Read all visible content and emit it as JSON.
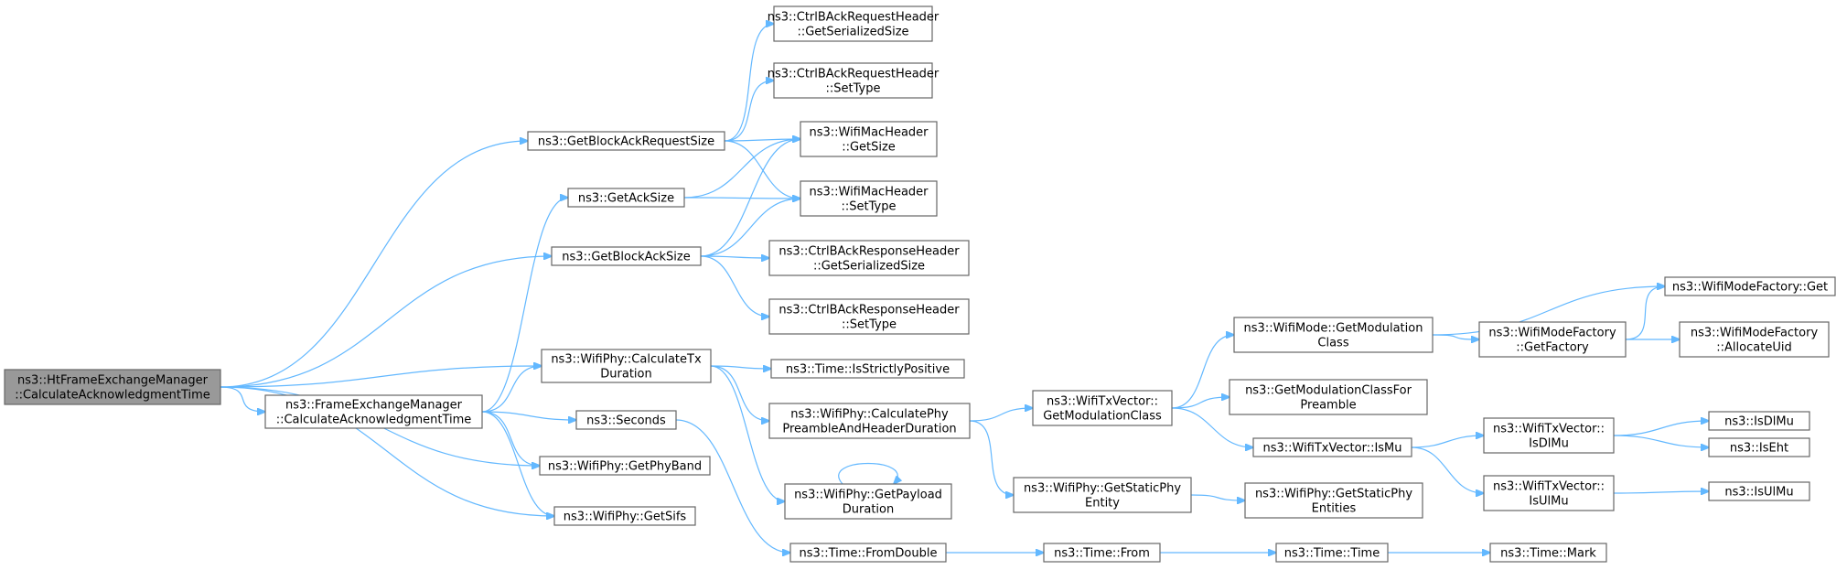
{
  "nodes": [
    {
      "id": "root",
      "lines": [
        "ns3::HtFrameExchangeManager",
        "::CalculateAcknowledgmentTime"
      ],
      "root": true
    },
    {
      "id": "getBlockAckRequestSize",
      "lines": [
        "ns3::GetBlockAckRequestSize"
      ]
    },
    {
      "id": "getAckSize",
      "lines": [
        "ns3::GetAckSize"
      ]
    },
    {
      "id": "getBlockAckSize",
      "lines": [
        "ns3::GetBlockAckSize"
      ]
    },
    {
      "id": "calcTxDuration",
      "lines": [
        "ns3::WifiPhy::CalculateTx",
        "Duration"
      ]
    },
    {
      "id": "femCalcAck",
      "lines": [
        "ns3::FrameExchangeManager",
        "::CalculateAcknowledgmentTime"
      ]
    },
    {
      "id": "getPhyBand",
      "lines": [
        "ns3::WifiPhy::GetPhyBand"
      ]
    },
    {
      "id": "getSifs",
      "lines": [
        "ns3::WifiPhy::GetSifs"
      ]
    },
    {
      "id": "seconds",
      "lines": [
        "ns3::Seconds"
      ]
    },
    {
      "id": "barGetSerSize",
      "lines": [
        "ns3::CtrlBAckRequestHeader",
        "::GetSerializedSize"
      ]
    },
    {
      "id": "barSetType",
      "lines": [
        "ns3::CtrlBAckRequestHeader",
        "::SetType"
      ]
    },
    {
      "id": "macGetSize",
      "lines": [
        "ns3::WifiMacHeader",
        "::GetSize"
      ]
    },
    {
      "id": "macSetType",
      "lines": [
        "ns3::WifiMacHeader",
        "::SetType"
      ]
    },
    {
      "id": "baGetSerSize",
      "lines": [
        "ns3::CtrlBAckResponseHeader",
        "::GetSerializedSize"
      ]
    },
    {
      "id": "baSetType",
      "lines": [
        "ns3::CtrlBAckResponseHeader",
        "::SetType"
      ]
    },
    {
      "id": "isStrictlyPositive",
      "lines": [
        "ns3::Time::IsStrictlyPositive"
      ]
    },
    {
      "id": "calcPhyPreamble",
      "lines": [
        "ns3::WifiPhy::CalculatePhy",
        "PreambleAndHeaderDuration"
      ]
    },
    {
      "id": "getPayloadDuration",
      "lines": [
        "ns3::WifiPhy::GetPayload",
        "Duration"
      ]
    },
    {
      "id": "fromDouble",
      "lines": [
        "ns3::Time::FromDouble"
      ]
    },
    {
      "id": "txvGetModClass",
      "lines": [
        "ns3::WifiTxVector::",
        "GetModulationClass"
      ]
    },
    {
      "id": "getStaticPhyEntity",
      "lines": [
        "ns3::WifiPhy::GetStaticPhy",
        "Entity"
      ]
    },
    {
      "id": "timeFrom",
      "lines": [
        "ns3::Time::From"
      ]
    },
    {
      "id": "modeGetModClass",
      "lines": [
        "ns3::WifiMode::GetModulation",
        "Class"
      ]
    },
    {
      "id": "getModClassForPreamble",
      "lines": [
        "ns3::GetModulationClassFor",
        "Preamble"
      ]
    },
    {
      "id": "txvIsMu",
      "lines": [
        "ns3::WifiTxVector::IsMu"
      ]
    },
    {
      "id": "getStaticPhyEntities",
      "lines": [
        "ns3::WifiPhy::GetStaticPhy",
        "Entities"
      ]
    },
    {
      "id": "timeTime",
      "lines": [
        "ns3::Time::Time"
      ]
    },
    {
      "id": "modeFactoryGet",
      "lines": [
        "ns3::WifiModeFactory::Get"
      ]
    },
    {
      "id": "modeFactoryGetFactory",
      "lines": [
        "ns3::WifiModeFactory",
        "::GetFactory"
      ]
    },
    {
      "id": "modeFactoryAllocateUid",
      "lines": [
        "ns3::WifiModeFactory",
        "::AllocateUid"
      ]
    },
    {
      "id": "txvIsDlMu",
      "lines": [
        "ns3::WifiTxVector::",
        "IsDlMu"
      ]
    },
    {
      "id": "txvIsUlMu",
      "lines": [
        "ns3::WifiTxVector::",
        "IsUlMu"
      ]
    },
    {
      "id": "timeMark",
      "lines": [
        "ns3::Time::Mark"
      ]
    },
    {
      "id": "isDlMu",
      "lines": [
        "ns3::IsDlMu"
      ]
    },
    {
      "id": "isEht",
      "lines": [
        "ns3::IsEht"
      ]
    },
    {
      "id": "isUlMu",
      "lines": [
        "ns3::IsUlMu"
      ]
    }
  ],
  "edges": [
    [
      "root",
      "getBlockAckRequestSize"
    ],
    [
      "root",
      "getBlockAckSize"
    ],
    [
      "root",
      "calcTxDuration"
    ],
    [
      "root",
      "femCalcAck"
    ],
    [
      "root",
      "getPhyBand"
    ],
    [
      "root",
      "getSifs"
    ],
    [
      "femCalcAck",
      "getAckSize"
    ],
    [
      "femCalcAck",
      "calcTxDuration"
    ],
    [
      "femCalcAck",
      "seconds"
    ],
    [
      "femCalcAck",
      "getPhyBand"
    ],
    [
      "femCalcAck",
      "getSifs"
    ],
    [
      "getBlockAckRequestSize",
      "barGetSerSize"
    ],
    [
      "getBlockAckRequestSize",
      "barSetType"
    ],
    [
      "getBlockAckRequestSize",
      "macGetSize"
    ],
    [
      "getBlockAckRequestSize",
      "macSetType"
    ],
    [
      "getAckSize",
      "macGetSize"
    ],
    [
      "getAckSize",
      "macSetType"
    ],
    [
      "getBlockAckSize",
      "macGetSize"
    ],
    [
      "getBlockAckSize",
      "macSetType"
    ],
    [
      "getBlockAckSize",
      "baGetSerSize"
    ],
    [
      "getBlockAckSize",
      "baSetType"
    ],
    [
      "calcTxDuration",
      "isStrictlyPositive"
    ],
    [
      "calcTxDuration",
      "calcPhyPreamble"
    ],
    [
      "calcTxDuration",
      "getPayloadDuration"
    ],
    [
      "seconds",
      "fromDouble"
    ],
    [
      "calcPhyPreamble",
      "txvGetModClass"
    ],
    [
      "calcPhyPreamble",
      "getStaticPhyEntity"
    ],
    [
      "getPayloadDuration",
      "getPayloadDuration"
    ],
    [
      "fromDouble",
      "timeFrom"
    ],
    [
      "txvGetModClass",
      "modeGetModClass"
    ],
    [
      "txvGetModClass",
      "getModClassForPreamble"
    ],
    [
      "txvGetModClass",
      "txvIsMu"
    ],
    [
      "getStaticPhyEntity",
      "getStaticPhyEntities"
    ],
    [
      "timeFrom",
      "timeTime"
    ],
    [
      "modeGetModClass",
      "modeFactoryGet"
    ],
    [
      "modeGetModClass",
      "modeFactoryGetFactory"
    ],
    [
      "modeFactoryGetFactory",
      "modeFactoryGet"
    ],
    [
      "modeFactoryGetFactory",
      "modeFactoryAllocateUid"
    ],
    [
      "txvIsMu",
      "txvIsDlMu"
    ],
    [
      "txvIsMu",
      "txvIsUlMu"
    ],
    [
      "txvIsDlMu",
      "isDlMu"
    ],
    [
      "txvIsDlMu",
      "isEht"
    ],
    [
      "txvIsUlMu",
      "isUlMu"
    ],
    [
      "timeTime",
      "timeMark"
    ]
  ]
}
